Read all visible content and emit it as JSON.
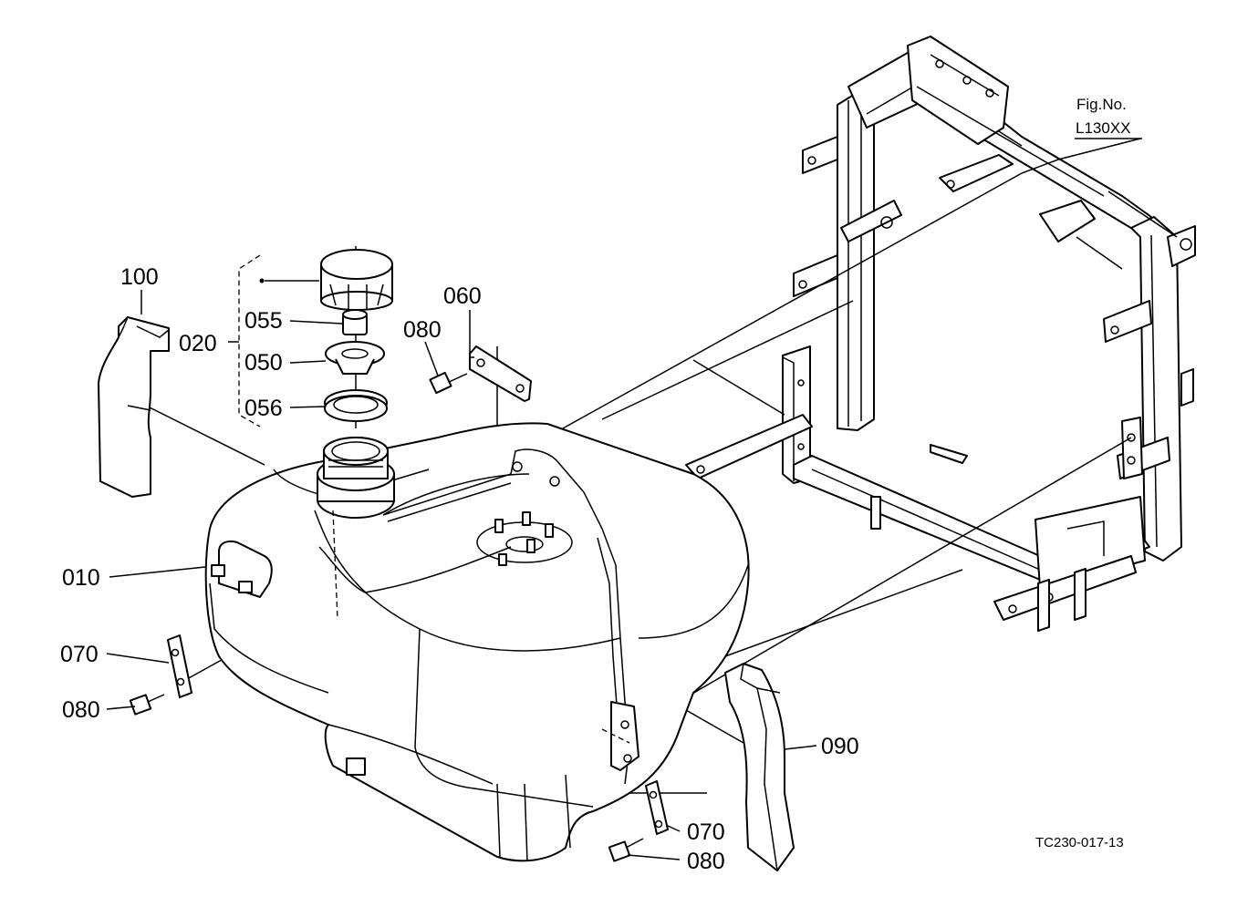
{
  "figure": {
    "reference_label": "Fig.No.",
    "reference_code": "L130XX",
    "drawing_code": "TC230-017-13"
  },
  "callouts": {
    "p100": "100",
    "p020": "020",
    "p055": "055",
    "p050": "050",
    "p056": "056",
    "p060": "060",
    "p080_top": "080",
    "p010": "010",
    "p070_left": "070",
    "p080_left": "080",
    "p090": "090",
    "p070_bottom": "070",
    "p080_bottom": "080"
  }
}
